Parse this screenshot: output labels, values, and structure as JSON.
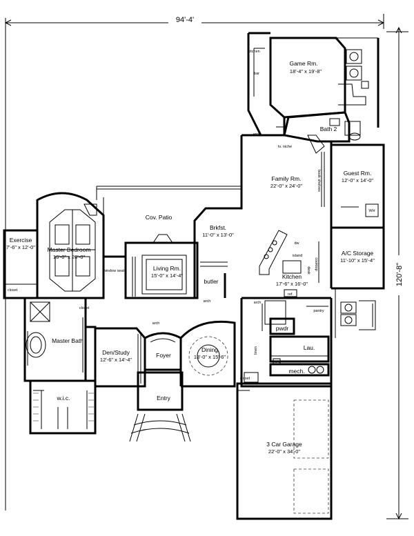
{
  "dimensions": {
    "width": "94'-4'",
    "height": "120'-8\""
  },
  "rooms": {
    "game": {
      "name": "Game Rm.",
      "size": "18'-4\" x 19'-8\""
    },
    "bath2": {
      "name": "Bath 2"
    },
    "family": {
      "name": "Family Rm.",
      "size": "22'-0\" x 24'-0\""
    },
    "guest": {
      "name": "Guest Rm.",
      "size": "12'-0\" x 14'-0\""
    },
    "patio": {
      "name": "Cov. Patio"
    },
    "bkfst": {
      "name": "Brkfst.",
      "size": "11'-0\" x 13'-0\""
    },
    "storage": {
      "name": "A/C Storage",
      "size": "11'-10\" x 15'-4\""
    },
    "master": {
      "name": "Master Bedroom",
      "size": "16'-0\" x 26'-0\""
    },
    "exercise": {
      "name": "Exercise",
      "size": "7'-6\" x 12'-0\""
    },
    "living": {
      "name": "Living Rm.",
      "size": "15'-0\" x 14'-4\""
    },
    "butler": {
      "name": "butler"
    },
    "kitchen": {
      "name": "Kitchen",
      "size": "17'-6\" x 16'-0\""
    },
    "masterbath": {
      "name": "Master Bath"
    },
    "den": {
      "name": "Den/Study",
      "size": "12'-6\" x 14'-4\""
    },
    "foyer": {
      "name": "Foyer"
    },
    "dining": {
      "name": "Dining",
      "size": "13'-0\" x 15'-6\""
    },
    "wic": {
      "name": "w.i.c."
    },
    "entry": {
      "name": "Entry"
    },
    "lau": {
      "name": "Lau."
    },
    "mech": {
      "name": "mech."
    },
    "pwdr": {
      "name": "pwdr"
    },
    "garage": {
      "name": "3 Car Garage",
      "size": "22'-0\" x 34'-0\""
    }
  },
  "labels": {
    "closet": "closet",
    "pantry": "pantry",
    "arch": "arch",
    "window_seat": "window seat",
    "bar": "bar",
    "kitchen_small": "kitchen",
    "tv_niche": "tv. niche",
    "book_shelves": "book shelves",
    "desk": "desk",
    "island": "island",
    "cooktop": "cooktop",
    "ref": "ref.",
    "dw": "dw",
    "wh": "WH",
    "linen": "linen",
    "wd": "w/d"
  }
}
